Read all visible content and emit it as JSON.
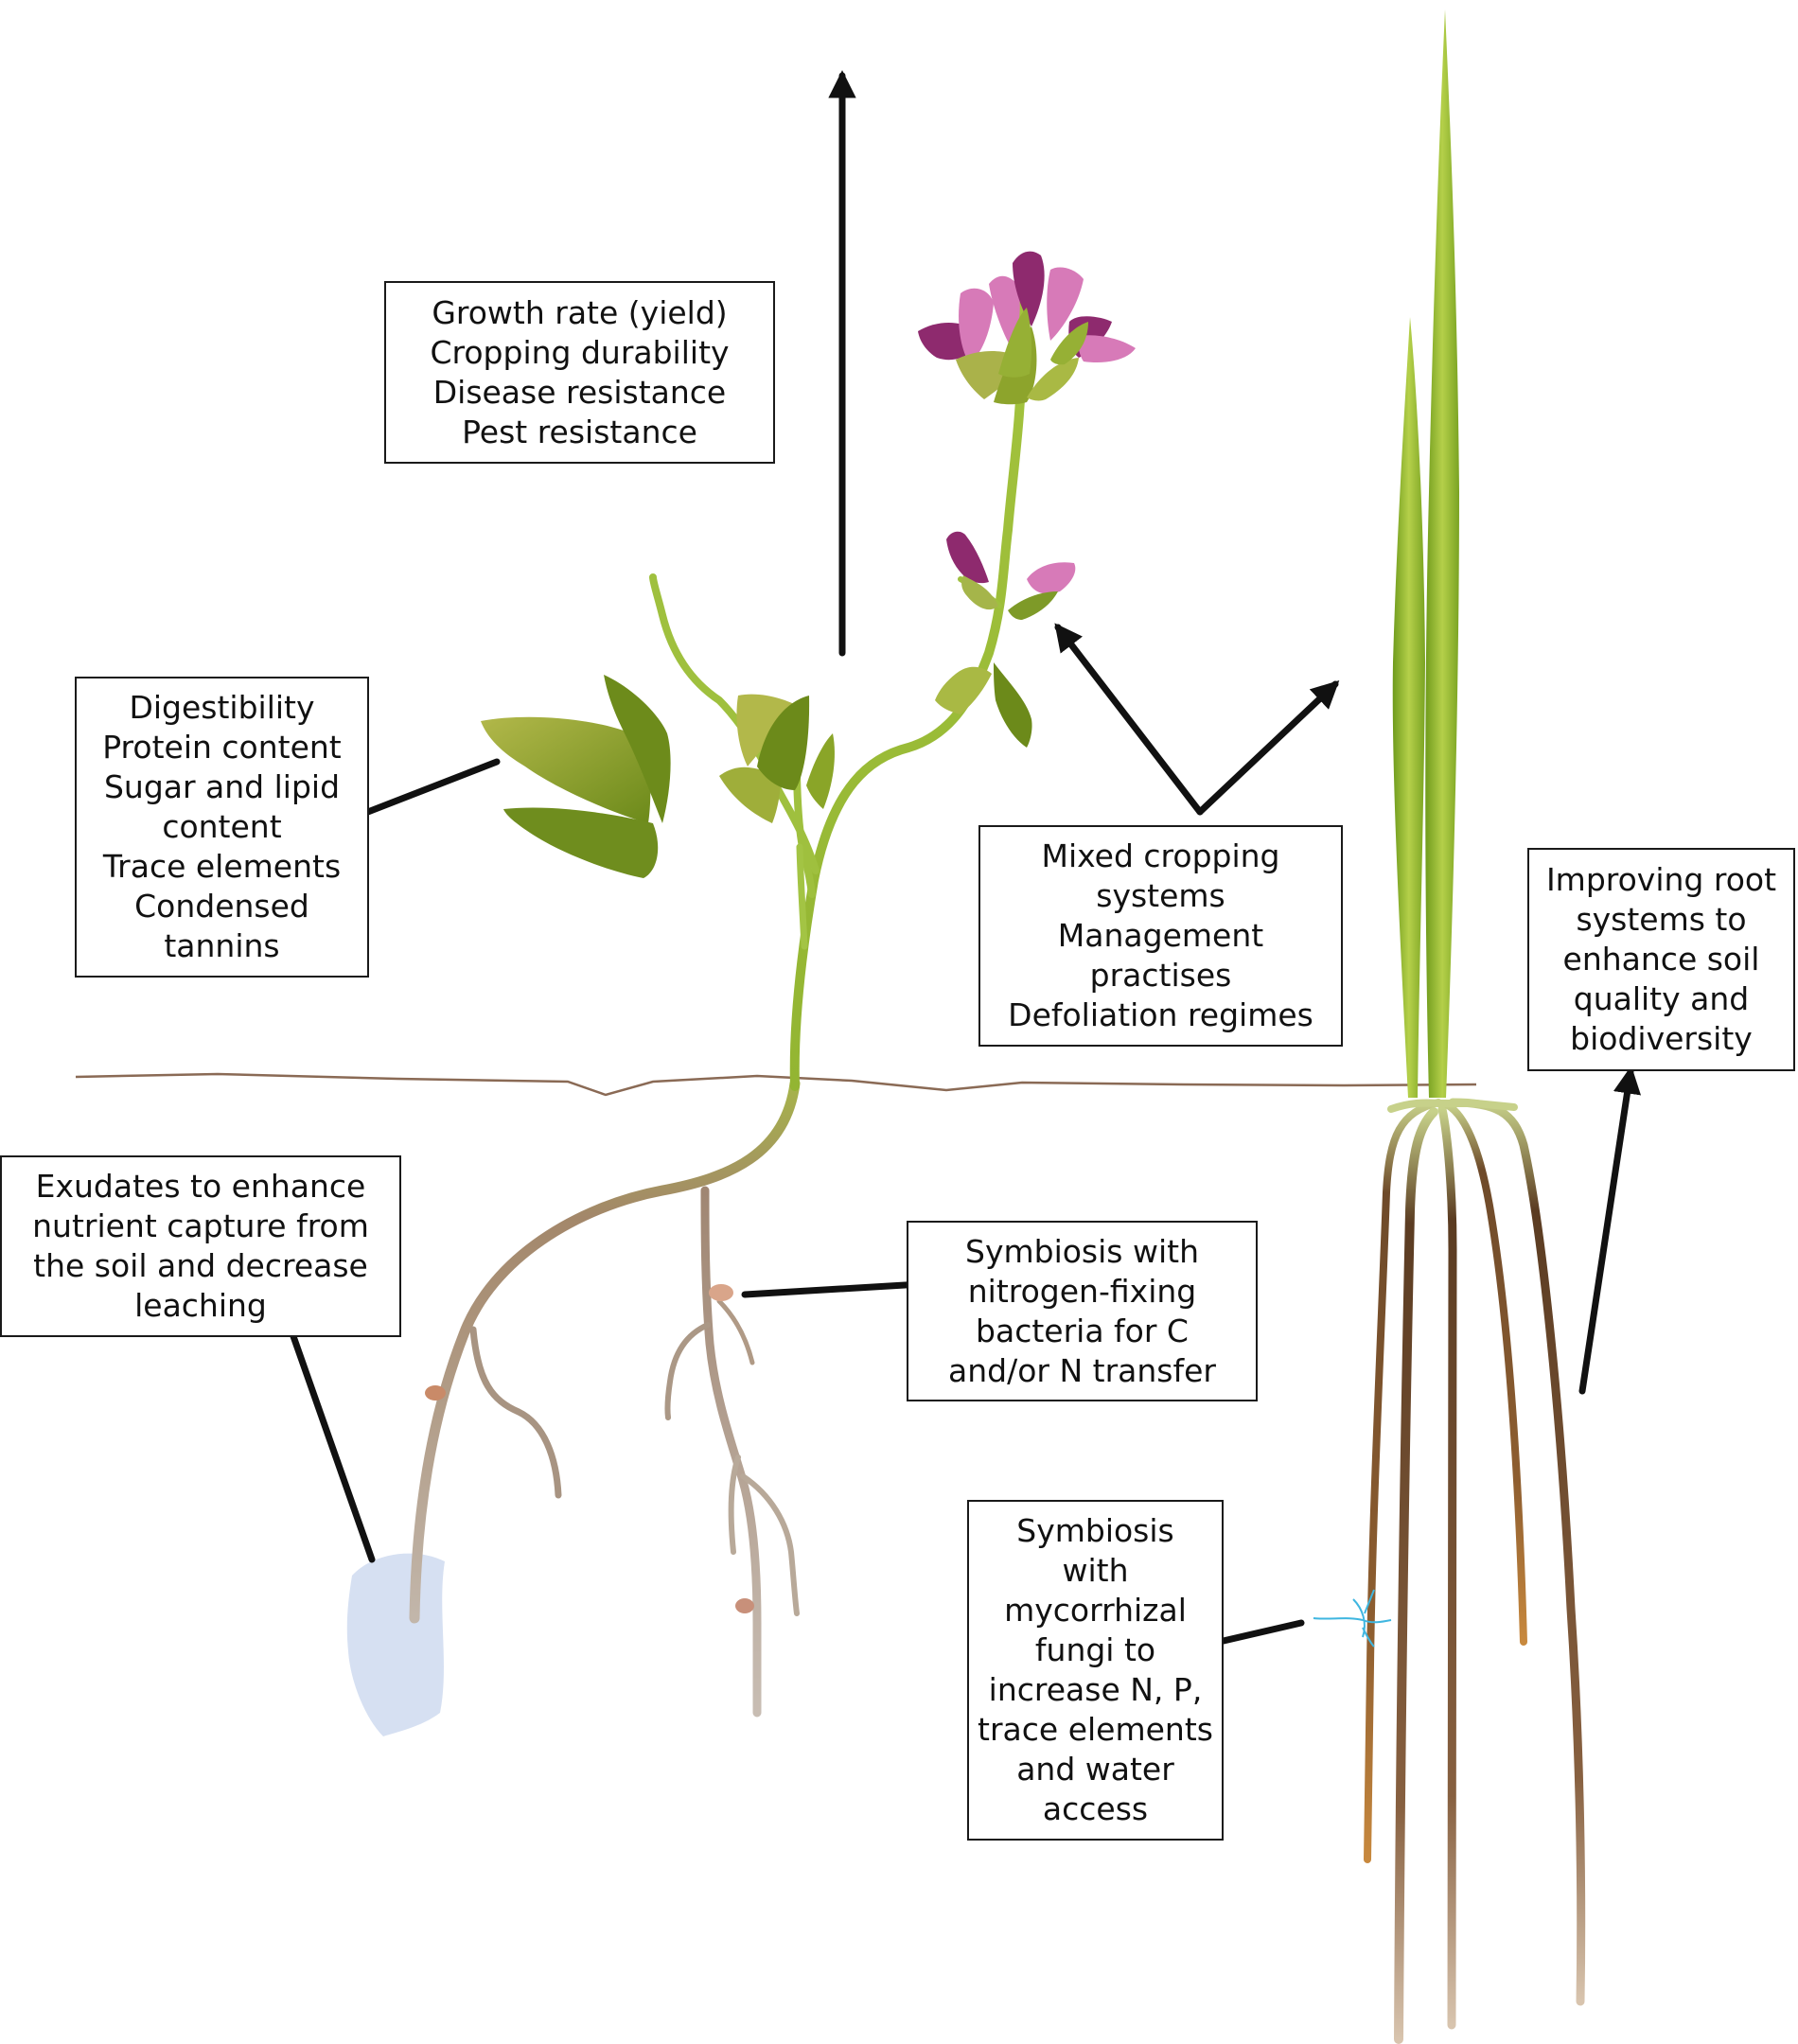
{
  "boxes": {
    "growth": [
      "Growth rate (yield)",
      "Cropping durability",
      "Disease resistance",
      "Pest resistance"
    ],
    "quality": [
      "Digestibility",
      "Protein content",
      "Sugar and lipid",
      "content",
      "Trace elements",
      "Condensed",
      "tannins"
    ],
    "mixed": [
      "Mixed cropping",
      "systems",
      "Management",
      "practises",
      "Defoliation regimes"
    ],
    "roots": [
      "Improving root",
      "systems to",
      "enhance soil",
      "quality and",
      "biodiversity"
    ],
    "exudates": [
      "Exudates to enhance",
      "nutrient capture from",
      "the soil and decrease",
      "leaching"
    ],
    "nitrogen": [
      "Symbiosis with",
      "nitrogen-fixing",
      "bacteria  for C",
      "and/or N transfer"
    ],
    "mycorrhiza": [
      "Symbiosis",
      "with",
      "mycorrhizal",
      "fungi to",
      "increase N, P,",
      "trace elements",
      "and water",
      "access"
    ]
  },
  "colors": {
    "stem": "#9cbf3a",
    "leaf_dark": "#6f8d1e",
    "leaf_light": "#a9b944",
    "flower_dark": "#8e2a6e",
    "flower_light": "#d77ab8",
    "root_legume": "#b09a86",
    "root_grass": "#7a5230",
    "soil_line": "#8a6a55",
    "exudate": "#d6e0f2",
    "fungal_hypha": "#3fb6e0",
    "arrow": "#111111"
  }
}
